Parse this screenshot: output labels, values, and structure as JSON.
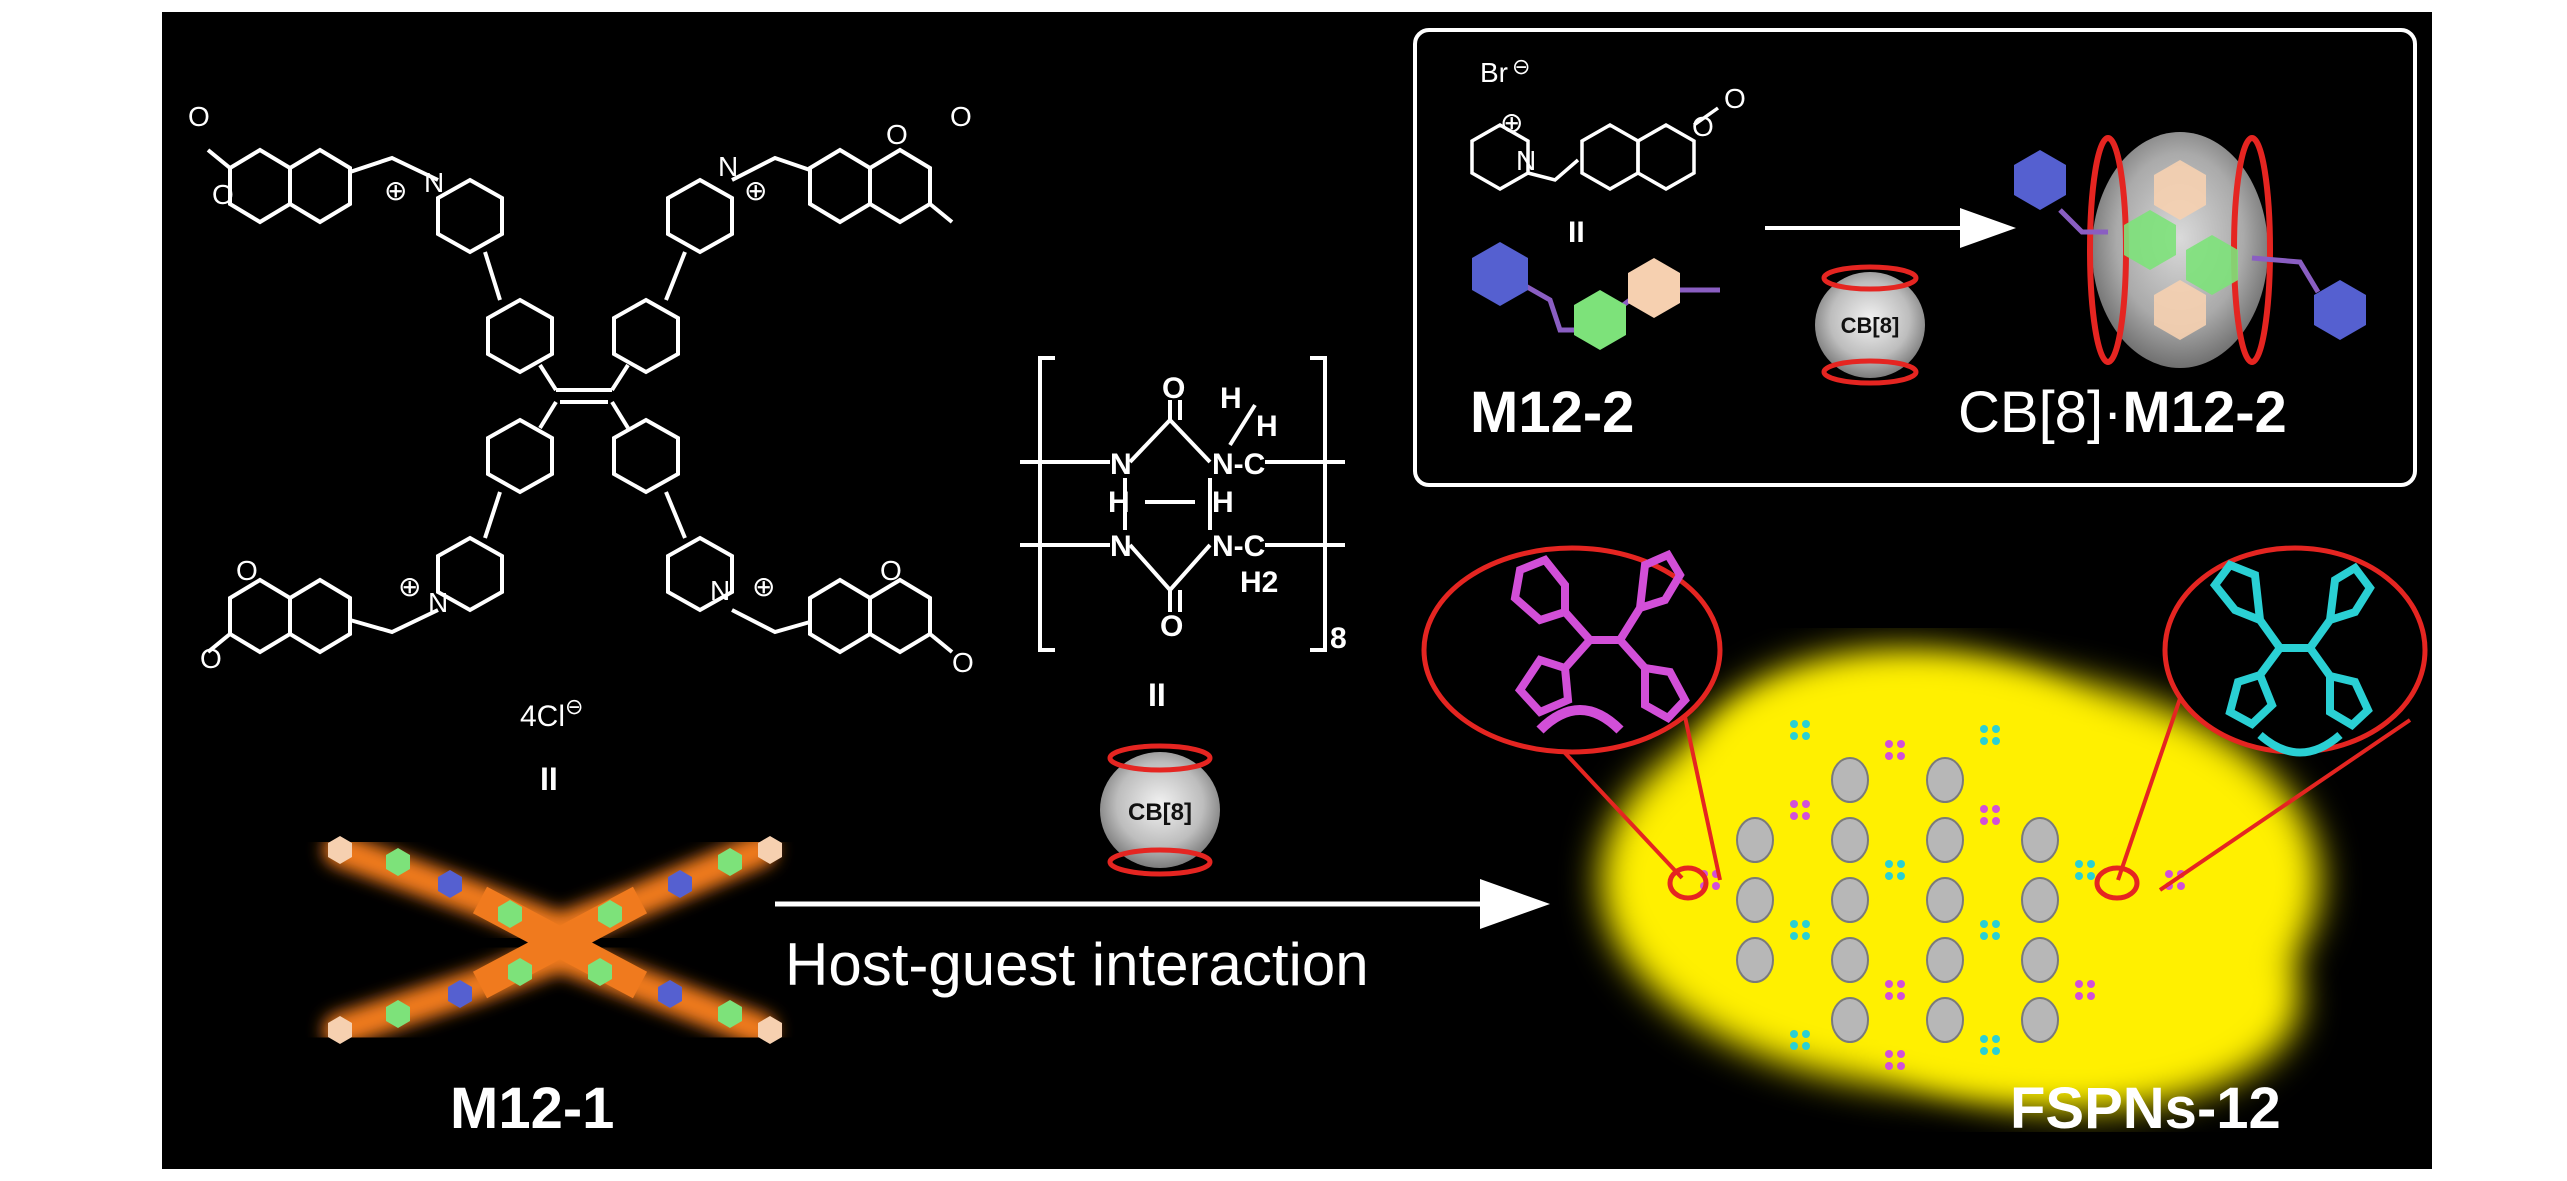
{
  "figure": {
    "monomer_tpe": {
      "label": "M12-1",
      "counterion": "4Cl",
      "counterion_charge": "⊖",
      "equivalence_mark": "II",
      "atoms": {
        "carbonyl_o": "O",
        "ring_o": "O",
        "pyridinium_n": "N",
        "plus": "⊕"
      }
    },
    "host": {
      "repeat_subscript": "8",
      "equivalence_mark": "II",
      "cb_label": "CB[8]",
      "atoms": {
        "o": "O",
        "n": "N",
        "c": "C",
        "h": "H",
        "h2": "H2",
        "nc": "N-C",
        "n_dash": "N-"
      }
    },
    "inset": {
      "guest_label": "M12-2",
      "counterion": "Br",
      "counterion_charge": "⊖",
      "equivalence_mark": "II",
      "complex_prefix": "CB[8]·",
      "complex_label": "M12-2",
      "cb_label": "CB[8]"
    },
    "arrow_label": "Host-guest interaction",
    "network_label": "FSPNs-12",
    "colors": {
      "background": "#000000",
      "tpe_orange": "#f07a1e",
      "cb_red": "#e52521",
      "magenta": "#d24fd8",
      "cyan": "#2ad0d4",
      "glow_yellow": "#ffef00",
      "hex_blue": "#5560d0",
      "hex_green": "#7de27a",
      "hex_peach": "#f6d0b0"
    }
  }
}
